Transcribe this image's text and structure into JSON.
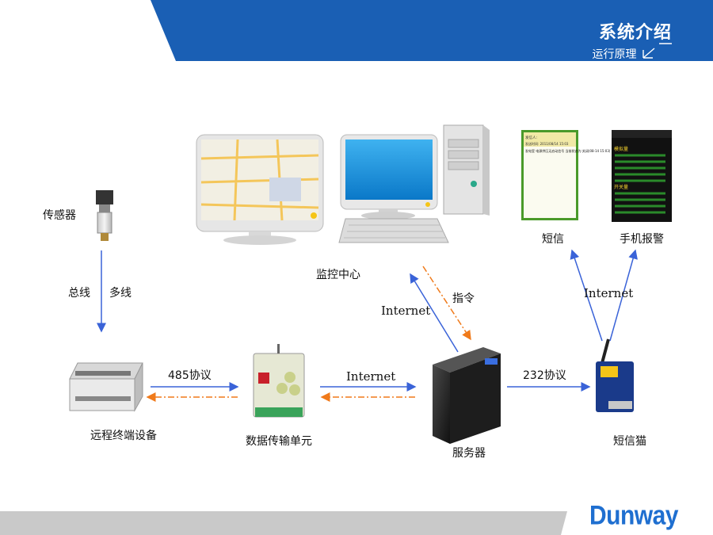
{
  "header": {
    "title": "系统介绍",
    "subtitle": "运行原理"
  },
  "brand": "Dunway",
  "nodes": {
    "sensor": "传感器",
    "rtu": "远程终端设备",
    "dtu": "数据传输单元",
    "server": "服务器",
    "sms_modem": "短信猫",
    "monitor_center": "监控中心",
    "sms": "短信",
    "phone_alarm": "手机报警"
  },
  "edges": {
    "bus": "总线",
    "multi_line": "多线",
    "rs485": "485协议",
    "internet_dtu_server": "Internet",
    "internet_server_monitor": "Internet",
    "command": "指令",
    "rs232": "232协议",
    "internet_modem_phone": "Internet"
  },
  "phone_sms_screen": {
    "line1": "发信人:",
    "line2": "发送时间: 2011/08/14 15:03",
    "body": "发电室  电源供压无启动信号  当前状态为:关闭(08-14 15:03)"
  },
  "phone_alarm_screen": {
    "section1": "模拟量",
    "section2": "开关量"
  },
  "colors": {
    "header_blue": "#1a5fb4",
    "arrow_blue": "#3a63d8",
    "arrow_orange": "#f07a1a",
    "brand_blue": "#1f6fd0"
  }
}
